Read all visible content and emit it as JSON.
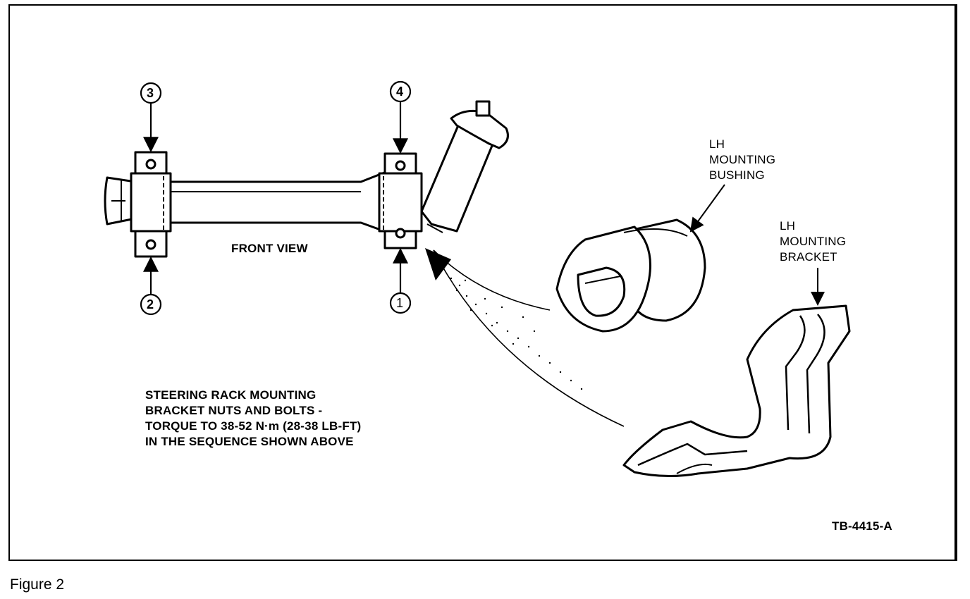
{
  "figure": {
    "caption": "Figure 2",
    "drawing_id": "TB-4415-A"
  },
  "front_view": {
    "title": "FRONT VIEW",
    "sequence_numbers": [
      "1",
      "2",
      "3",
      "4"
    ]
  },
  "callouts": {
    "bushing": [
      "LH",
      "MOUNTING",
      "BUSHING"
    ],
    "bracket": [
      "LH",
      "MOUNTING",
      "BRACKET"
    ]
  },
  "torque_note": [
    "STEERING RACK MOUNTING",
    "BRACKET NUTS AND BOLTS -",
    "TORQUE TO 38-52 N·m (28-38 LB-FT)",
    "IN THE SEQUENCE SHOWN ABOVE"
  ]
}
